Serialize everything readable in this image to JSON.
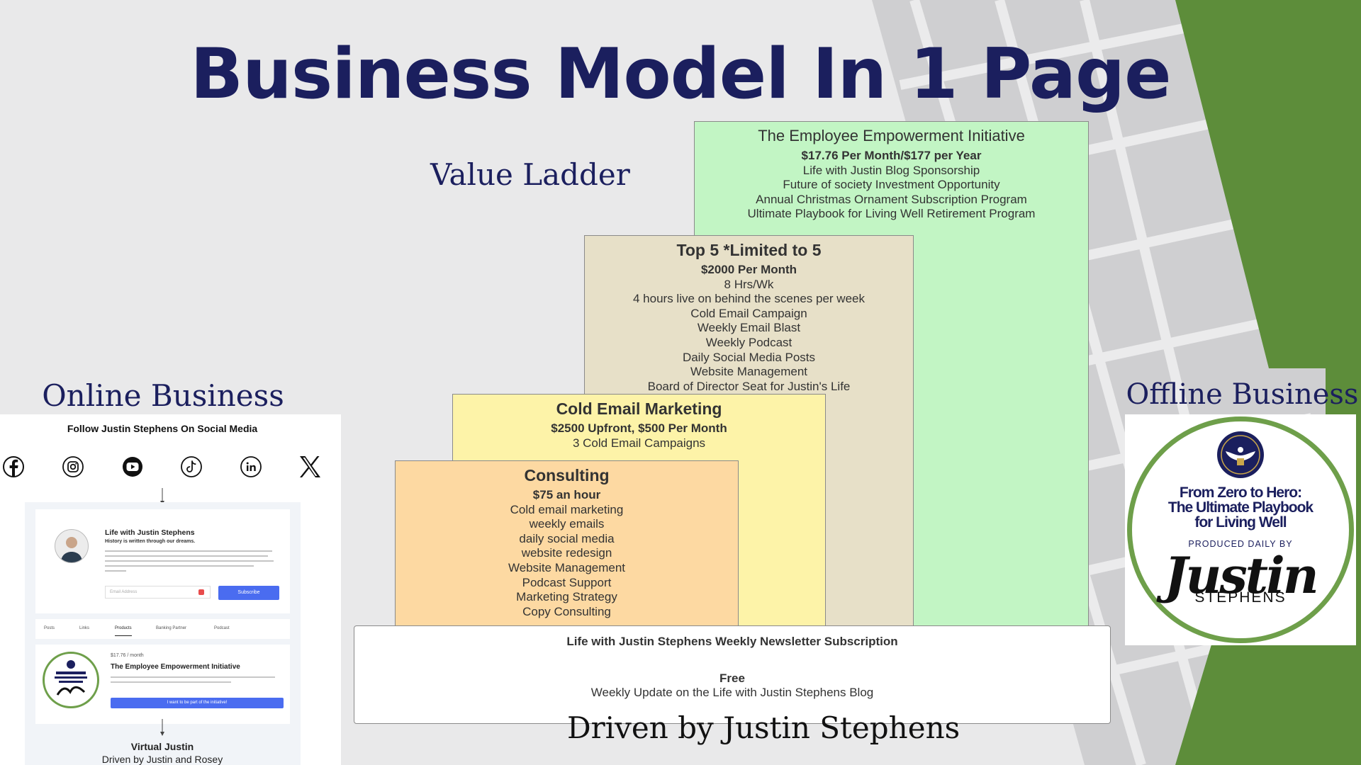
{
  "title": "Business Model In 1 Page",
  "value_ladder_label": "Value Ladder",
  "online_business": {
    "title": "Online Business",
    "follow_title": "Follow Justin Stephens On Social Media",
    "social_icons": [
      "facebook-icon",
      "instagram-icon",
      "youtube-icon",
      "tiktok-icon",
      "linkedin-icon",
      "x-icon"
    ],
    "profile": {
      "name": "Life with Justin Stephens",
      "tagline": "History is written through our dreams.",
      "email_placeholder": "Email Address",
      "subscribe_label": "Subscribe"
    },
    "tabs": [
      "Posts",
      "Links",
      "Products",
      "Banking Partner",
      "Podcast"
    ],
    "active_tab": "Products",
    "product": {
      "price": "$17.76 / month",
      "title": "The Employee Empowerment Initiative",
      "button_label": "I want to be part of the initiative!"
    },
    "footer_title": "Virtual Justin",
    "footer_subtitle": "Driven by Justin and Rosey"
  },
  "offline_business": {
    "title": "Offline Business",
    "headline": [
      "From Zero to Hero:",
      "The Ultimate Playbook",
      "for Living Well"
    ],
    "produced_by": "PRODUCED DAILY BY",
    "name_script": "Justin",
    "name_caps": "STEPHENS"
  },
  "ladder": {
    "employee": {
      "title": "The Employee Empowerment Initiative",
      "price": "$17.76 Per Month/$177 per Year",
      "items": [
        "Life with Justin Blog Sponsorship",
        "Future of society Investment Opportunity",
        "Annual Christmas Ornament Subscription Program",
        "Ultimate Playbook for Living Well Retirement Program"
      ]
    },
    "top5": {
      "title": "Top 5 *Limited to 5",
      "price": "$2000 Per Month",
      "items": [
        "8 Hrs/Wk",
        "4 hours live on behind the scenes per week",
        "Cold Email Campaign",
        "Weekly Email Blast",
        "Weekly Podcast",
        "Daily Social Media Posts",
        "Website Management",
        "Board of Director Seat for Justin's Life"
      ]
    },
    "cold_email": {
      "title": "Cold Email Marketing",
      "price": "$2500 Upfront, $500 Per Month",
      "items": [
        "3 Cold Email Campaigns"
      ]
    },
    "consulting": {
      "title": "Consulting",
      "price": "$75 an hour",
      "items": [
        "Cold email marketing",
        "weekly emails",
        "daily social media",
        "website redesign",
        "Website Management",
        "Podcast Support",
        "Marketing Strategy",
        "Copy Consulting"
      ]
    },
    "newsletter": {
      "title": "Life with Justin Stephens Weekly Newsletter Subscription",
      "price": "Free",
      "description": "Weekly Update on the Life with Justin Stephens Blog"
    }
  },
  "driven_by": "Driven by Justin Stephens",
  "colors": {
    "navy": "#1b1f5e",
    "green": "#5d8d3a",
    "employee_box": "#c2f5c4",
    "top5_box": "#e7e0c8",
    "cold_email_box": "#fdf3a8",
    "consulting_box": "#fdd9a2",
    "button_blue": "#4a6cf0"
  }
}
